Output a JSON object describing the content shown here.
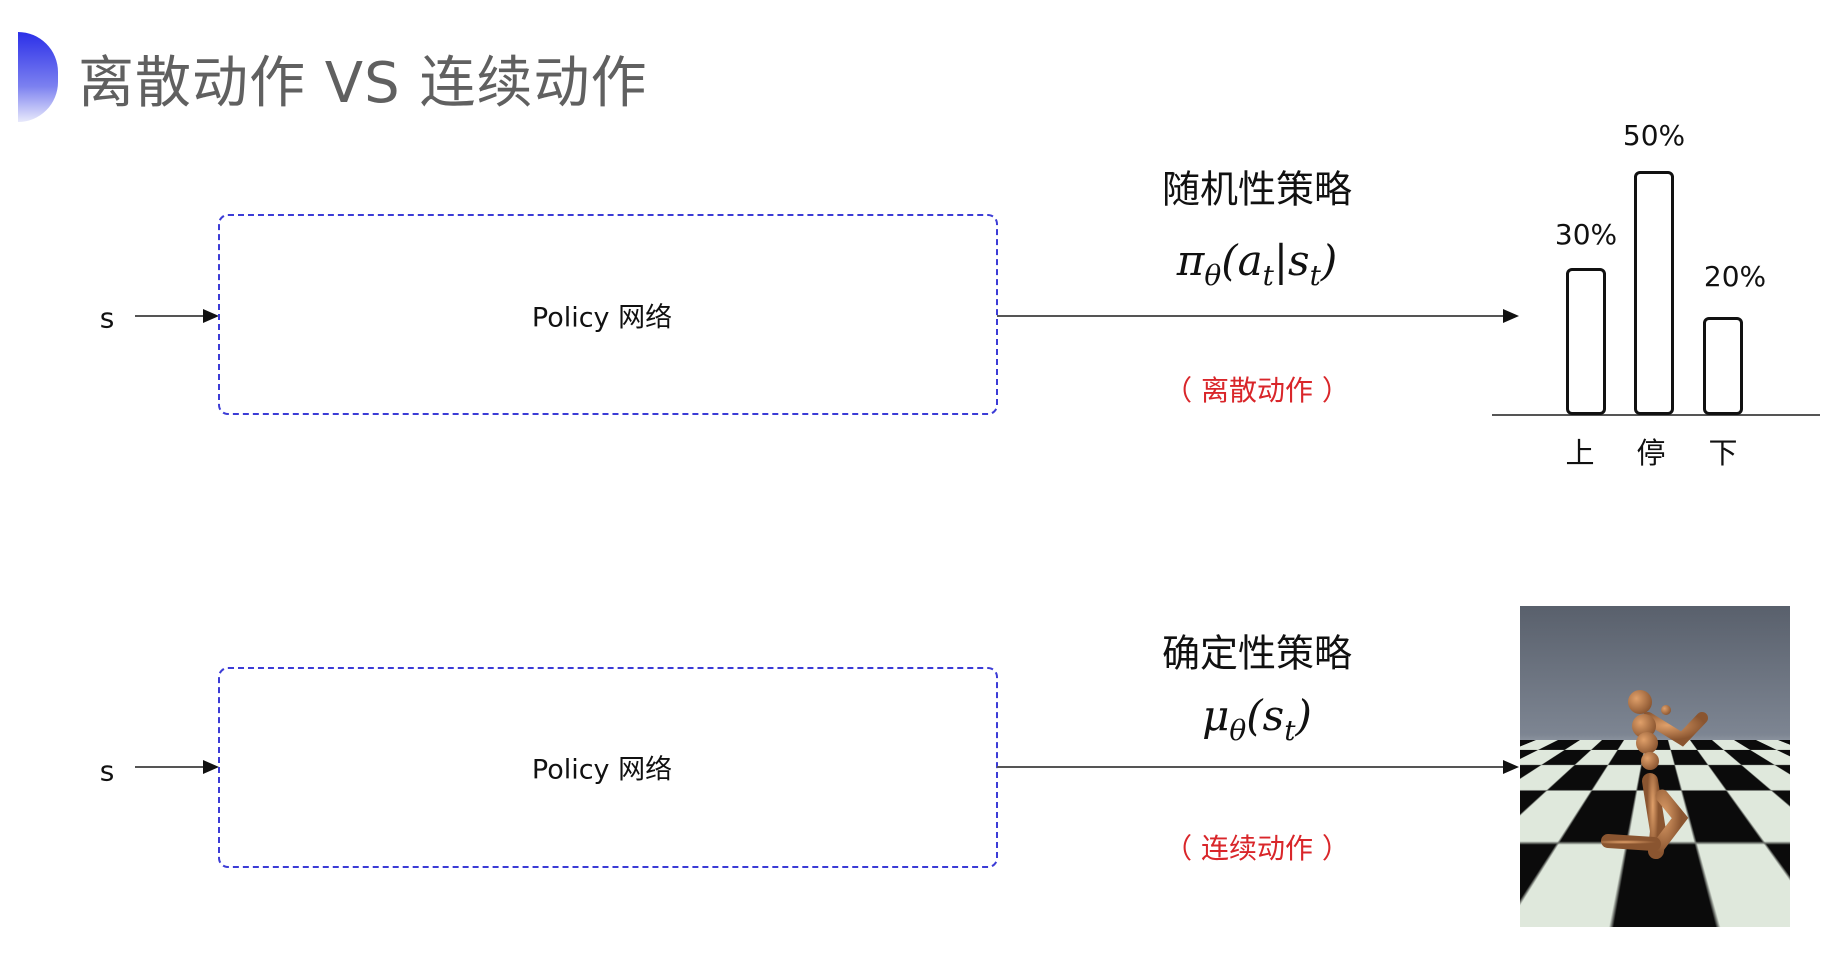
{
  "title": "离散动作 VS 连续动作",
  "colors": {
    "accent": "#2b2fe8",
    "box_border": "#3c3cd6",
    "note_red": "#d9262a",
    "title_gray": "#606060"
  },
  "rows": [
    {
      "input": "s",
      "box_label": "Policy 网络",
      "heading": "随机性策略",
      "formula": {
        "f": "π",
        "f_sub": "θ",
        "open": "(",
        "arg1": "a",
        "arg1_sub": "t",
        "sep": "|",
        "arg2": "s",
        "arg2_sub": "t",
        "close": ")"
      },
      "note": "（ 离散动作 ）"
    },
    {
      "input": "s",
      "box_label": "Policy 网络",
      "heading": "确定性策略",
      "formula": {
        "f": "μ",
        "f_sub": "θ",
        "open": "(",
        "arg2": "s",
        "arg2_sub": "t",
        "close": ")"
      },
      "note": "（ 连续动作 ）",
      "image": "humanoid-robot-on-checkerboard-floor"
    }
  ],
  "chart_data": {
    "type": "bar",
    "categories": [
      "上",
      "停",
      "下"
    ],
    "values": [
      30,
      50,
      20
    ],
    "data_labels": [
      "30%",
      "50%",
      "20%"
    ],
    "ylim": [
      0,
      50
    ],
    "grid": false
  }
}
